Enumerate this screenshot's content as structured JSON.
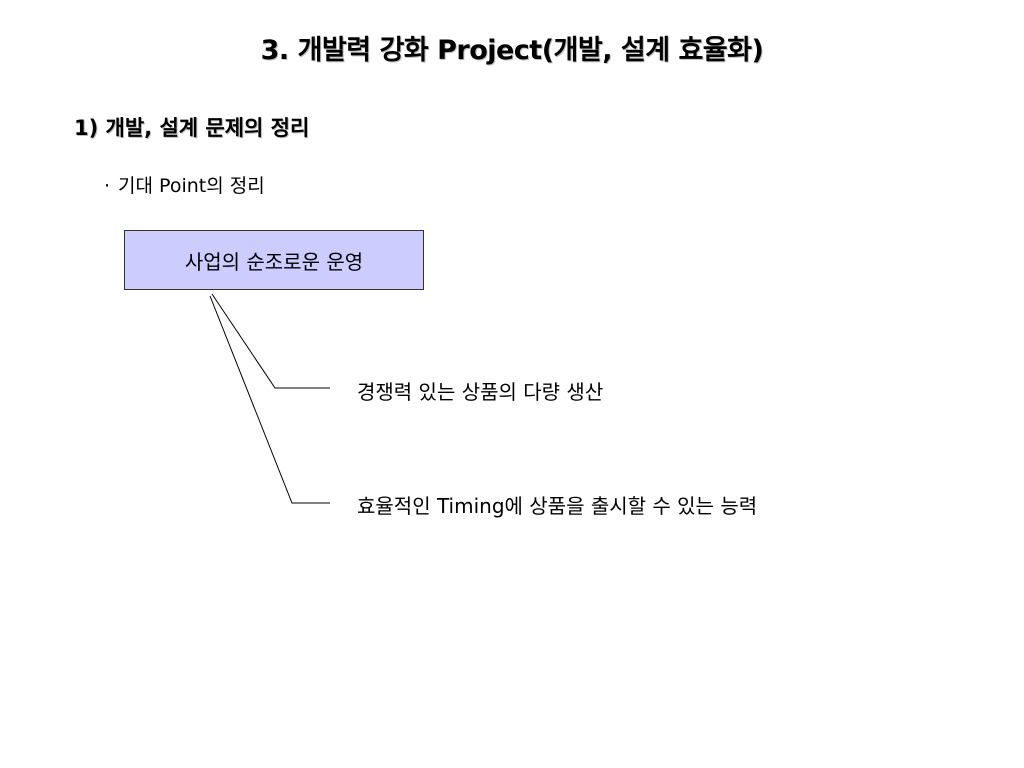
{
  "title": "3. 개발력 강화 Project(개발, 설계 효율화)",
  "section": "1) 개발, 설계 문제의 정리",
  "bullet": {
    "marker": "·",
    "text": "기대 Point의 정리"
  },
  "diagram": {
    "root": "사업의 순조로운 운영",
    "points": [
      "경쟁력 있는 상품의 다량 생산",
      "효율적인 Timing에 상품을 출시할 수 있는 능력"
    ],
    "colors": {
      "box_fill": "#ccccff",
      "box_border": "#333333",
      "line": "#000000"
    }
  }
}
